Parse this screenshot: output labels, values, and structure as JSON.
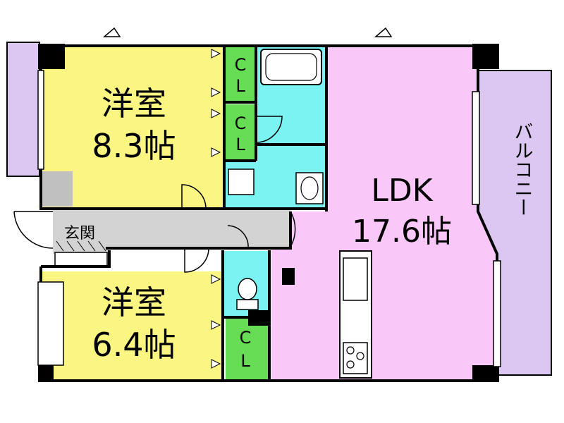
{
  "rooms": {
    "western1": {
      "name": "洋室",
      "size": "8.3帖"
    },
    "western2": {
      "name": "洋室",
      "size": "6.4帖"
    },
    "ldk": {
      "name": "LDK",
      "size": "17.6帖"
    },
    "entrance": {
      "name": "玄関"
    },
    "balcony": {
      "name": "バルコニー"
    },
    "closets": [
      {
        "top": "C",
        "bottom": "L"
      },
      {
        "top": "C",
        "bottom": "L"
      },
      {
        "top": "C",
        "bottom": "L"
      }
    ]
  },
  "colors": {
    "western": "#fbf582",
    "ldk": "#f9c8f9",
    "wet_area": "#7cf3f3",
    "closet": "#66dd55",
    "balcony": "#dcc6f2",
    "hall": "#d3d3d3",
    "wall": "#000000"
  },
  "icons": [
    "door-swing-icon",
    "window-arrow-icon",
    "bathtub-icon",
    "toilet-icon",
    "washbasin-icon",
    "stove-icon",
    "sink-icon"
  ]
}
